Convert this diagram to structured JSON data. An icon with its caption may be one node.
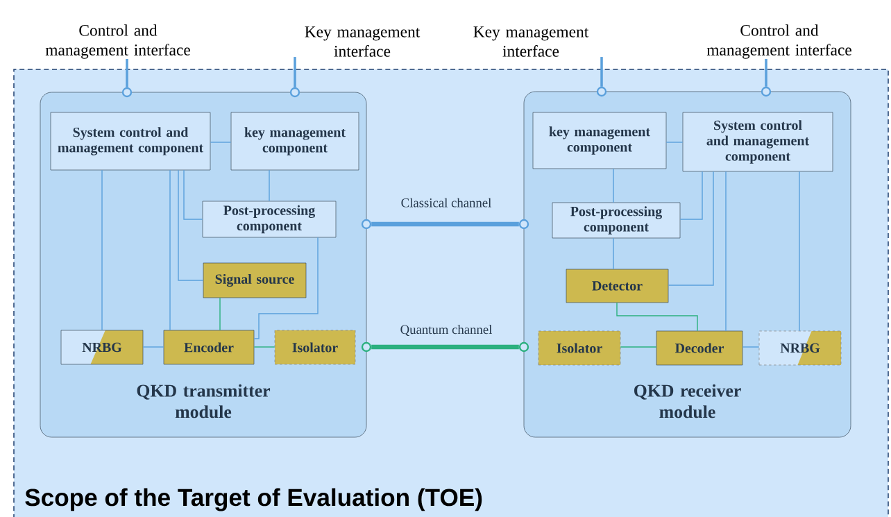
{
  "diagram": {
    "nodes": [
      {
        "text": [
          "Scope of the Target of Evaluation (TOE)"
        ]
      },
      {
        "text": [
          "QKD transmitter module"
        ],
        "in": 0
      },
      {
        "text": [
          "System control and management component"
        ],
        "in": 1
      },
      {
        "text": [
          "key management component"
        ],
        "in": 1
      },
      {
        "text": [
          "Post-processing component"
        ],
        "in": 1
      },
      {
        "text": [
          "Signal source"
        ],
        "in": 1
      },
      {
        "text": [
          "NRBG"
        ],
        "in": 1
      },
      {
        "text": [
          "Encoder"
        ],
        "in": 1
      },
      {
        "text": [
          "Isolator"
        ],
        "in": 1
      },
      {
        "text": [
          "QKD receiver module"
        ],
        "in": 0
      },
      {
        "text": [
          "key management component"
        ],
        "in": 9
      },
      {
        "text": [
          "System control and management component"
        ],
        "in": 9
      },
      {
        "text": [
          "Post-processing component"
        ],
        "in": 9
      },
      {
        "text": [
          "Detector"
        ],
        "in": 9
      },
      {
        "text": [
          "Isolator"
        ],
        "in": 9
      },
      {
        "text": [
          "Decoder"
        ],
        "in": 9
      },
      {
        "text": [
          "NRBG"
        ],
        "in": 9
      },
      {
        "text": [
          "Control and management interface"
        ]
      },
      {
        "text": [
          "Key management interface"
        ]
      },
      {
        "text": [
          "Key management interface"
        ]
      },
      {
        "text": [
          "Control and management interface"
        ]
      },
      {
        "text": [],
        "shape": "circle",
        "in": 0
      },
      {
        "text": [],
        "shape": "circle",
        "in": 0
      },
      {
        "text": [],
        "shape": "circle",
        "in": 0
      },
      {
        "text": [],
        "shape": "circle",
        "in": 0
      },
      {
        "text": [],
        "shape": "circle",
        "in": 0
      },
      {
        "text": [],
        "shape": "circle",
        "in": 0
      },
      {
        "text": [],
        "shape": "circle",
        "in": 0
      },
      {
        "text": [],
        "shape": "circle",
        "in": 0
      }
    ],
    "edges": [
      {
        "from": 17,
        "to": 21,
        "arrow": "none",
        "style": "thick"
      },
      {
        "from": 18,
        "to": 22,
        "arrow": "none",
        "style": "thick"
      },
      {
        "from": 19,
        "to": 23,
        "arrow": "none",
        "style": "thick"
      },
      {
        "from": 20,
        "to": 24,
        "arrow": "none",
        "style": "thick"
      },
      {
        "from": 25,
        "to": 26,
        "arrow": "none",
        "label": "Classical channel",
        "style": "thick"
      },
      {
        "from": 27,
        "to": 28,
        "arrow": "none",
        "label": "Quantum channel",
        "style": "thick",
        "color": "#2bb07f"
      },
      {
        "from": 2,
        "to": 3,
        "arrow": "none"
      },
      {
        "from": 3,
        "to": 4,
        "arrow": "none"
      },
      {
        "from": 2,
        "to": 4,
        "arrow": "none"
      },
      {
        "from": 2,
        "to": 5,
        "arrow": "none"
      },
      {
        "from": 2,
        "to": 6,
        "arrow": "none"
      },
      {
        "from": 2,
        "to": 7,
        "arrow": "none"
      },
      {
        "from": 5,
        "to": 7,
        "arrow": "none",
        "color": "#2bb07f"
      },
      {
        "from": 4,
        "to": 7,
        "arrow": "none"
      },
      {
        "from": 6,
        "to": 7,
        "arrow": "none"
      },
      {
        "from": 7,
        "to": 8,
        "arrow": "none",
        "color": "#2bb07f"
      },
      {
        "from": 10,
        "to": 11,
        "arrow": "none"
      },
      {
        "from": 10,
        "to": 12,
        "arrow": "none"
      },
      {
        "from": 11,
        "to": 12,
        "arrow": "none"
      },
      {
        "from": 11,
        "to": 13,
        "arrow": "none"
      },
      {
        "from": 11,
        "to": 15,
        "arrow": "none"
      },
      {
        "from": 11,
        "to": 16,
        "arrow": "none"
      },
      {
        "from": 12,
        "to": 13,
        "arrow": "none"
      },
      {
        "from": 13,
        "to": 15,
        "arrow": "none",
        "color": "#2bb07f"
      },
      {
        "from": 14,
        "to": 15,
        "arrow": "none",
        "color": "#2bb07f"
      },
      {
        "from": 15,
        "to": 16,
        "arrow": "none"
      }
    ]
  }
}
